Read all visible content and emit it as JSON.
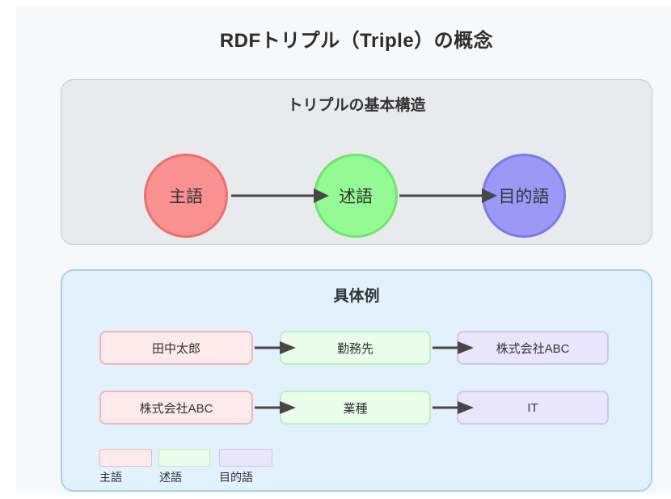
{
  "title": "RDFトリプル（Triple）の概念",
  "basic_structure": {
    "heading": "トリプルの基本構造",
    "nodes": [
      {
        "label": "主語",
        "fill": "#fa9191",
        "stroke": "#ee6e6e"
      },
      {
        "label": "述語",
        "fill": "#94fb94",
        "stroke": "#6fe46f"
      },
      {
        "label": "目的語",
        "fill": "#9b99f5",
        "stroke": "#7d7be5"
      }
    ]
  },
  "examples": {
    "heading": "具体例",
    "rows": [
      {
        "subject": "田中太郎",
        "predicate": "勤務先",
        "object": "株式会社ABC"
      },
      {
        "subject": "株式会社ABC",
        "predicate": "業種",
        "object": "IT"
      }
    ],
    "legend": [
      {
        "label": "主語",
        "fill": "#fdeaea",
        "stroke": "#f3b6b6"
      },
      {
        "label": "述語",
        "fill": "#eafdea",
        "stroke": "#bdf0bd"
      },
      {
        "label": "目的語",
        "fill": "#e9e6fb",
        "stroke": "#ccc8f0"
      }
    ]
  },
  "colors": {
    "canvas_background": "#f7f8fa",
    "basic_box_fill": "#e8eaed",
    "basic_box_border": "#c5cad0",
    "examples_box_fill": "#e2f1fc",
    "examples_box_border": "#a5d2f4",
    "arrow": "#474747",
    "text": "#333333"
  }
}
